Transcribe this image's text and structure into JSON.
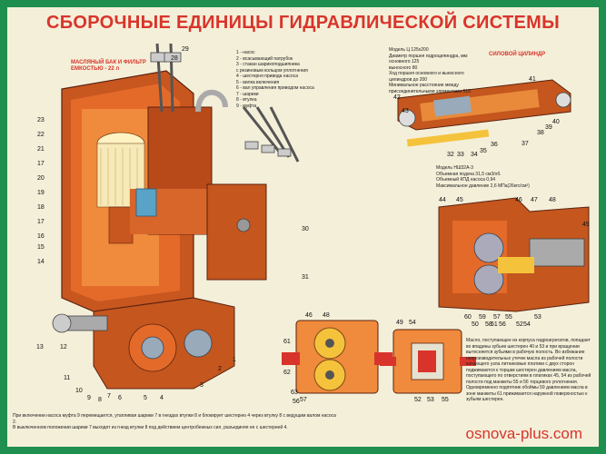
{
  "title": "СБОРОЧНЫЕ ЕДИНИЦЫ ГИДРАВЛИЧЕСКОЙ СИСТЕМЫ",
  "tank_label": "МАСЛЯНЫЙ БАК И ФИЛЬТР ЕМКОСТЬЮ - 22 л",
  "legend": [
    "1 - насос",
    "2 - всасывающий патрубок",
    "3 - стакан шарикоподшипника",
    "с резиновым кольцом уплотнения",
    "4 - шестерня привода насоса",
    "5 - вилка включения",
    "6 - вал управления приводом насоса",
    "7 - шарики",
    "8 - втулка",
    "9 - муфта"
  ],
  "cylinder_label": "СИЛОВОЙ ЦИЛИНДР",
  "cylinder_specs": [
    "Модель Ц 125х200",
    "Диаметр поршня гидроцилиндра, мм:",
    "основного 125",
    "выносного 80",
    "Ход поршня основного и выносного",
    "цилиндров до 200",
    "Минимальное расстояние между",
    "присоединительными элементами 515"
  ],
  "pump_specs": [
    "Модель НШ32А-3",
    "Объемная подача 31,5 см3/об.",
    "Объемный КПД насоса 0,94",
    "Максимальное давление 2,6 МПа(26кгс/см²)"
  ],
  "pump_text": "Масло, поступающее из корпуса гидроагрегатов, попадает во впадины зубьев шестерен 40 и 53 и при вращении вытесняется зубьями в рабочую полость. Во избежание непроизводительных утечек масла из рабочей полости качающего узла литниковые платики с двух сторон поджимаются к торцам шестерен давлением масла, поступающего по отверстиям в платиках 45, 54 из рабочей полости под манжеты 55 и 56 торцевого уплотнения. Одновременно подпятник обоймы 59 давлением масла в зоне манжеты 61 прижимается наружной поверхностью к зубьям шестерен.",
  "bottom_text": [
    "При включении насоса муфта 9 перемещается, утапливая шарики 7 в гнездах втулки 8 и блокирует шестерню 4 через втулку 8 с ведущим валом насоса 2.",
    "В выключенном положении шарики 7 выходят из гнезд втулки 8 под действием центробежных сил, разъединяя ее с шестерней 4."
  ],
  "footer": "osnova-plus.com",
  "callouts_left": [
    "23",
    "22",
    "21",
    "17",
    "20",
    "19",
    "18",
    "17",
    "16",
    "15",
    "14"
  ],
  "callouts_top": [
    "28",
    "29"
  ],
  "callouts_right": [
    "30",
    "31"
  ],
  "callouts_bottom_left": [
    "13",
    "12",
    "11",
    "10",
    "9",
    "8",
    "7",
    "6",
    "5",
    "4",
    "3",
    "2",
    "1"
  ],
  "callouts_cyl": [
    "42",
    "43",
    "41",
    "40",
    "39",
    "38",
    "37",
    "36",
    "35",
    "34",
    "33",
    "32"
  ],
  "callouts_pump": [
    "44",
    "45",
    "46",
    "47",
    "48",
    "49",
    "50",
    "51",
    "52",
    "53",
    "54",
    "55",
    "56",
    "57",
    "58",
    "59",
    "60"
  ],
  "callouts_gear": [
    "46",
    "48",
    "61",
    "62",
    "63",
    "49",
    "54",
    "53",
    "52",
    "55",
    "56",
    "57"
  ],
  "colors": {
    "frame": "#1e8f4e",
    "paper": "#f4efd9",
    "accent": "#d9342b",
    "metal": "#c8561f",
    "oil": "#f5c23b"
  }
}
